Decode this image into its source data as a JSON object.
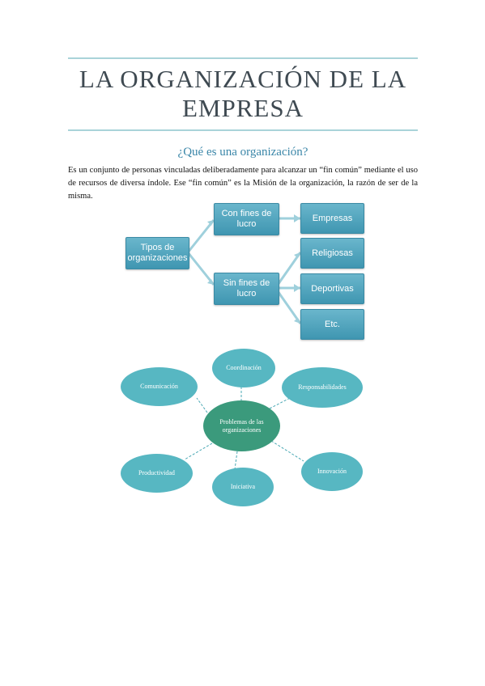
{
  "document": {
    "title": "LA ORGANIZACIÓN DE LA EMPRESA",
    "subtitle": "¿Qué es una organización?",
    "body": "Es un conjunto de personas vinculadas deliberadamente para alcanzar un “fin común” mediante el uso de recursos de diversa índole. Ese “fin común” es la Misión de la organización, la razón de ser de la misma."
  },
  "diagram_tipos": {
    "root": "Tipos de organizaciones",
    "con_fines": "Con fines de lucro",
    "sin_fines": "Sin fines de lucro",
    "empresas": "Empresas",
    "religiosas": "Religiosas",
    "deportivas": "Deportivas",
    "etc": "Etc."
  },
  "diagram_problemas": {
    "center": "Problemas de las organizaciones",
    "coordinacion": "Coordinación",
    "responsabilidades": "Responsabilidades",
    "innovacion": "Innovación",
    "iniciativa": "Iniciativa",
    "productividad": "Productividad",
    "comunicacion": "Comunicación"
  },
  "colors": {
    "rule": "#a9d3d9",
    "title": "#3f4a52",
    "subtitle": "#3a86a8",
    "box": "#4ea5be",
    "oval": "#57b7c2",
    "oval_center": "#3b9a7c"
  }
}
